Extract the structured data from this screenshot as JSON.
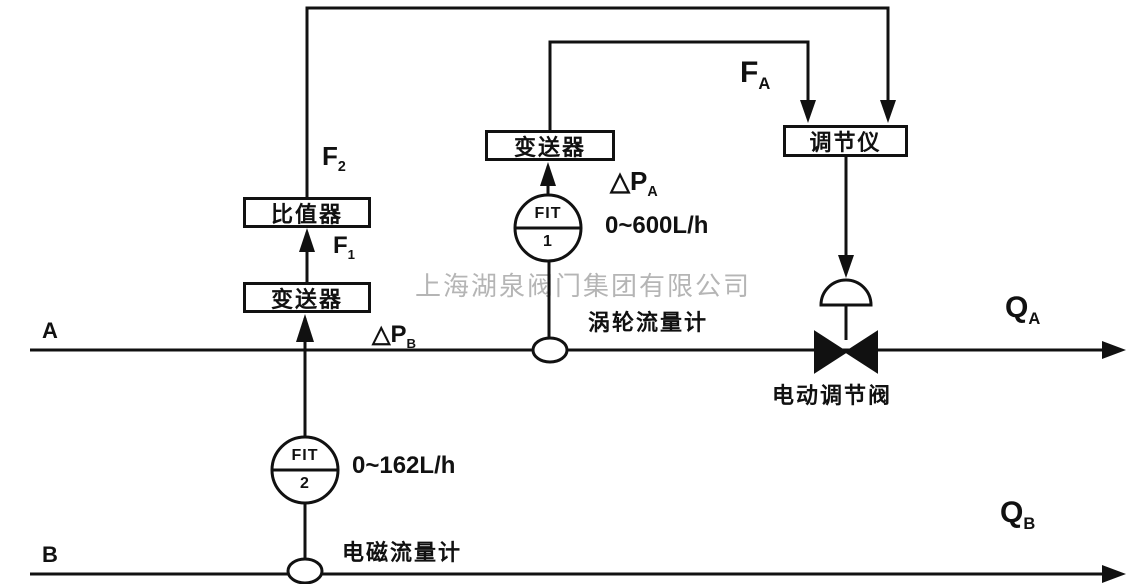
{
  "watermark": "上海湖泉阀门集团有限公司",
  "colors": {
    "line": "#111111",
    "watermark": "#b5b5b5"
  },
  "boxes": {
    "ratio": "比值器",
    "transmitter_left": "变送器",
    "transmitter_center": "变送器",
    "controller": "调节仪"
  },
  "instruments": {
    "fit1": {
      "tag": "FIT",
      "num": "1",
      "range": "0~600L/h",
      "meter": "涡轮流量计"
    },
    "fit2": {
      "tag": "FIT",
      "num": "2",
      "range": "0~162L/h",
      "meter": "电磁流量计"
    }
  },
  "valve": {
    "label": "电动调节阀"
  },
  "signals": {
    "f2": {
      "text": "F",
      "sub": "2"
    },
    "f1": {
      "text": "F",
      "sub": "1"
    },
    "fa": {
      "text": "F",
      "sub": "A"
    },
    "dpa": {
      "text": "△P",
      "sub": "A"
    },
    "dpb": {
      "text": "△P",
      "sub": "B"
    }
  },
  "streams": {
    "a": {
      "label": "A",
      "q": {
        "text": "Q",
        "sub": "A"
      }
    },
    "b": {
      "label": "B",
      "q": {
        "text": "Q",
        "sub": "B"
      }
    }
  }
}
